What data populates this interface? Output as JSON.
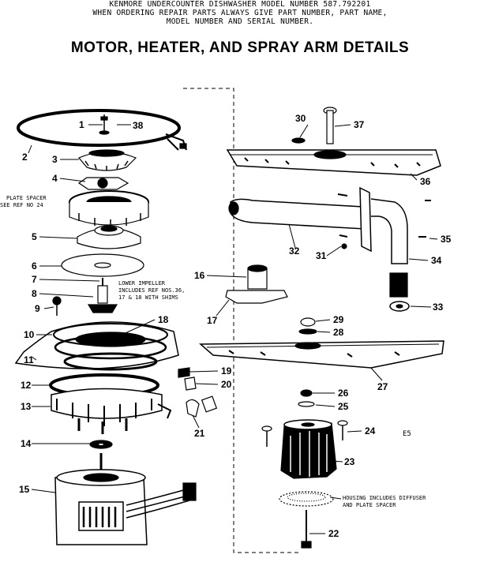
{
  "header": {
    "line1": "KENMORE UNDERCOUNTER DISHWASHER    MODEL NUMBER 587.792201",
    "line2": "WHEN ORDERING REPAIR PARTS ALWAYS GIVE PART NUMBER, PART NAME,",
    "line3": "MODEL NUMBER AND SERIAL NUMBER."
  },
  "title": "MOTOR, HEATER, AND SPRAY ARM DETAILS",
  "notes": {
    "plate_spacer_1": "PLATE SPACER",
    "plate_spacer_2": "SEE REF NO 24",
    "impeller_1": "LOWER IMPELLER",
    "impeller_2": "INCLUDES REF NOS.36,",
    "impeller_3": "17 & 18 WITH SHIMS",
    "housing_1": "HOUSING INCLUDES DIFFUSER",
    "housing_2": "AND PLATE SPACER",
    "code": "E5"
  },
  "labels": {
    "l1": "1",
    "l38": "38",
    "l2": "2",
    "l3": "3",
    "l4": "4",
    "l5": "5",
    "l6": "6",
    "l7": "7",
    "l8": "8",
    "l9": "9",
    "l10": "10",
    "l11": "11",
    "l12": "12",
    "l13": "13",
    "l14": "14",
    "l15": "15",
    "l16": "16",
    "l17": "17",
    "l18": "18",
    "l19": "19",
    "l20": "20",
    "l21": "21",
    "l22": "22",
    "l23": "23",
    "l24": "24",
    "l25": "25",
    "l26": "26",
    "l27": "27",
    "l28": "28",
    "l29": "29",
    "l30": "30",
    "l31": "31",
    "l32": "32",
    "l33": "33",
    "l34": "34",
    "l35": "35",
    "l36": "36",
    "l37": "37"
  }
}
